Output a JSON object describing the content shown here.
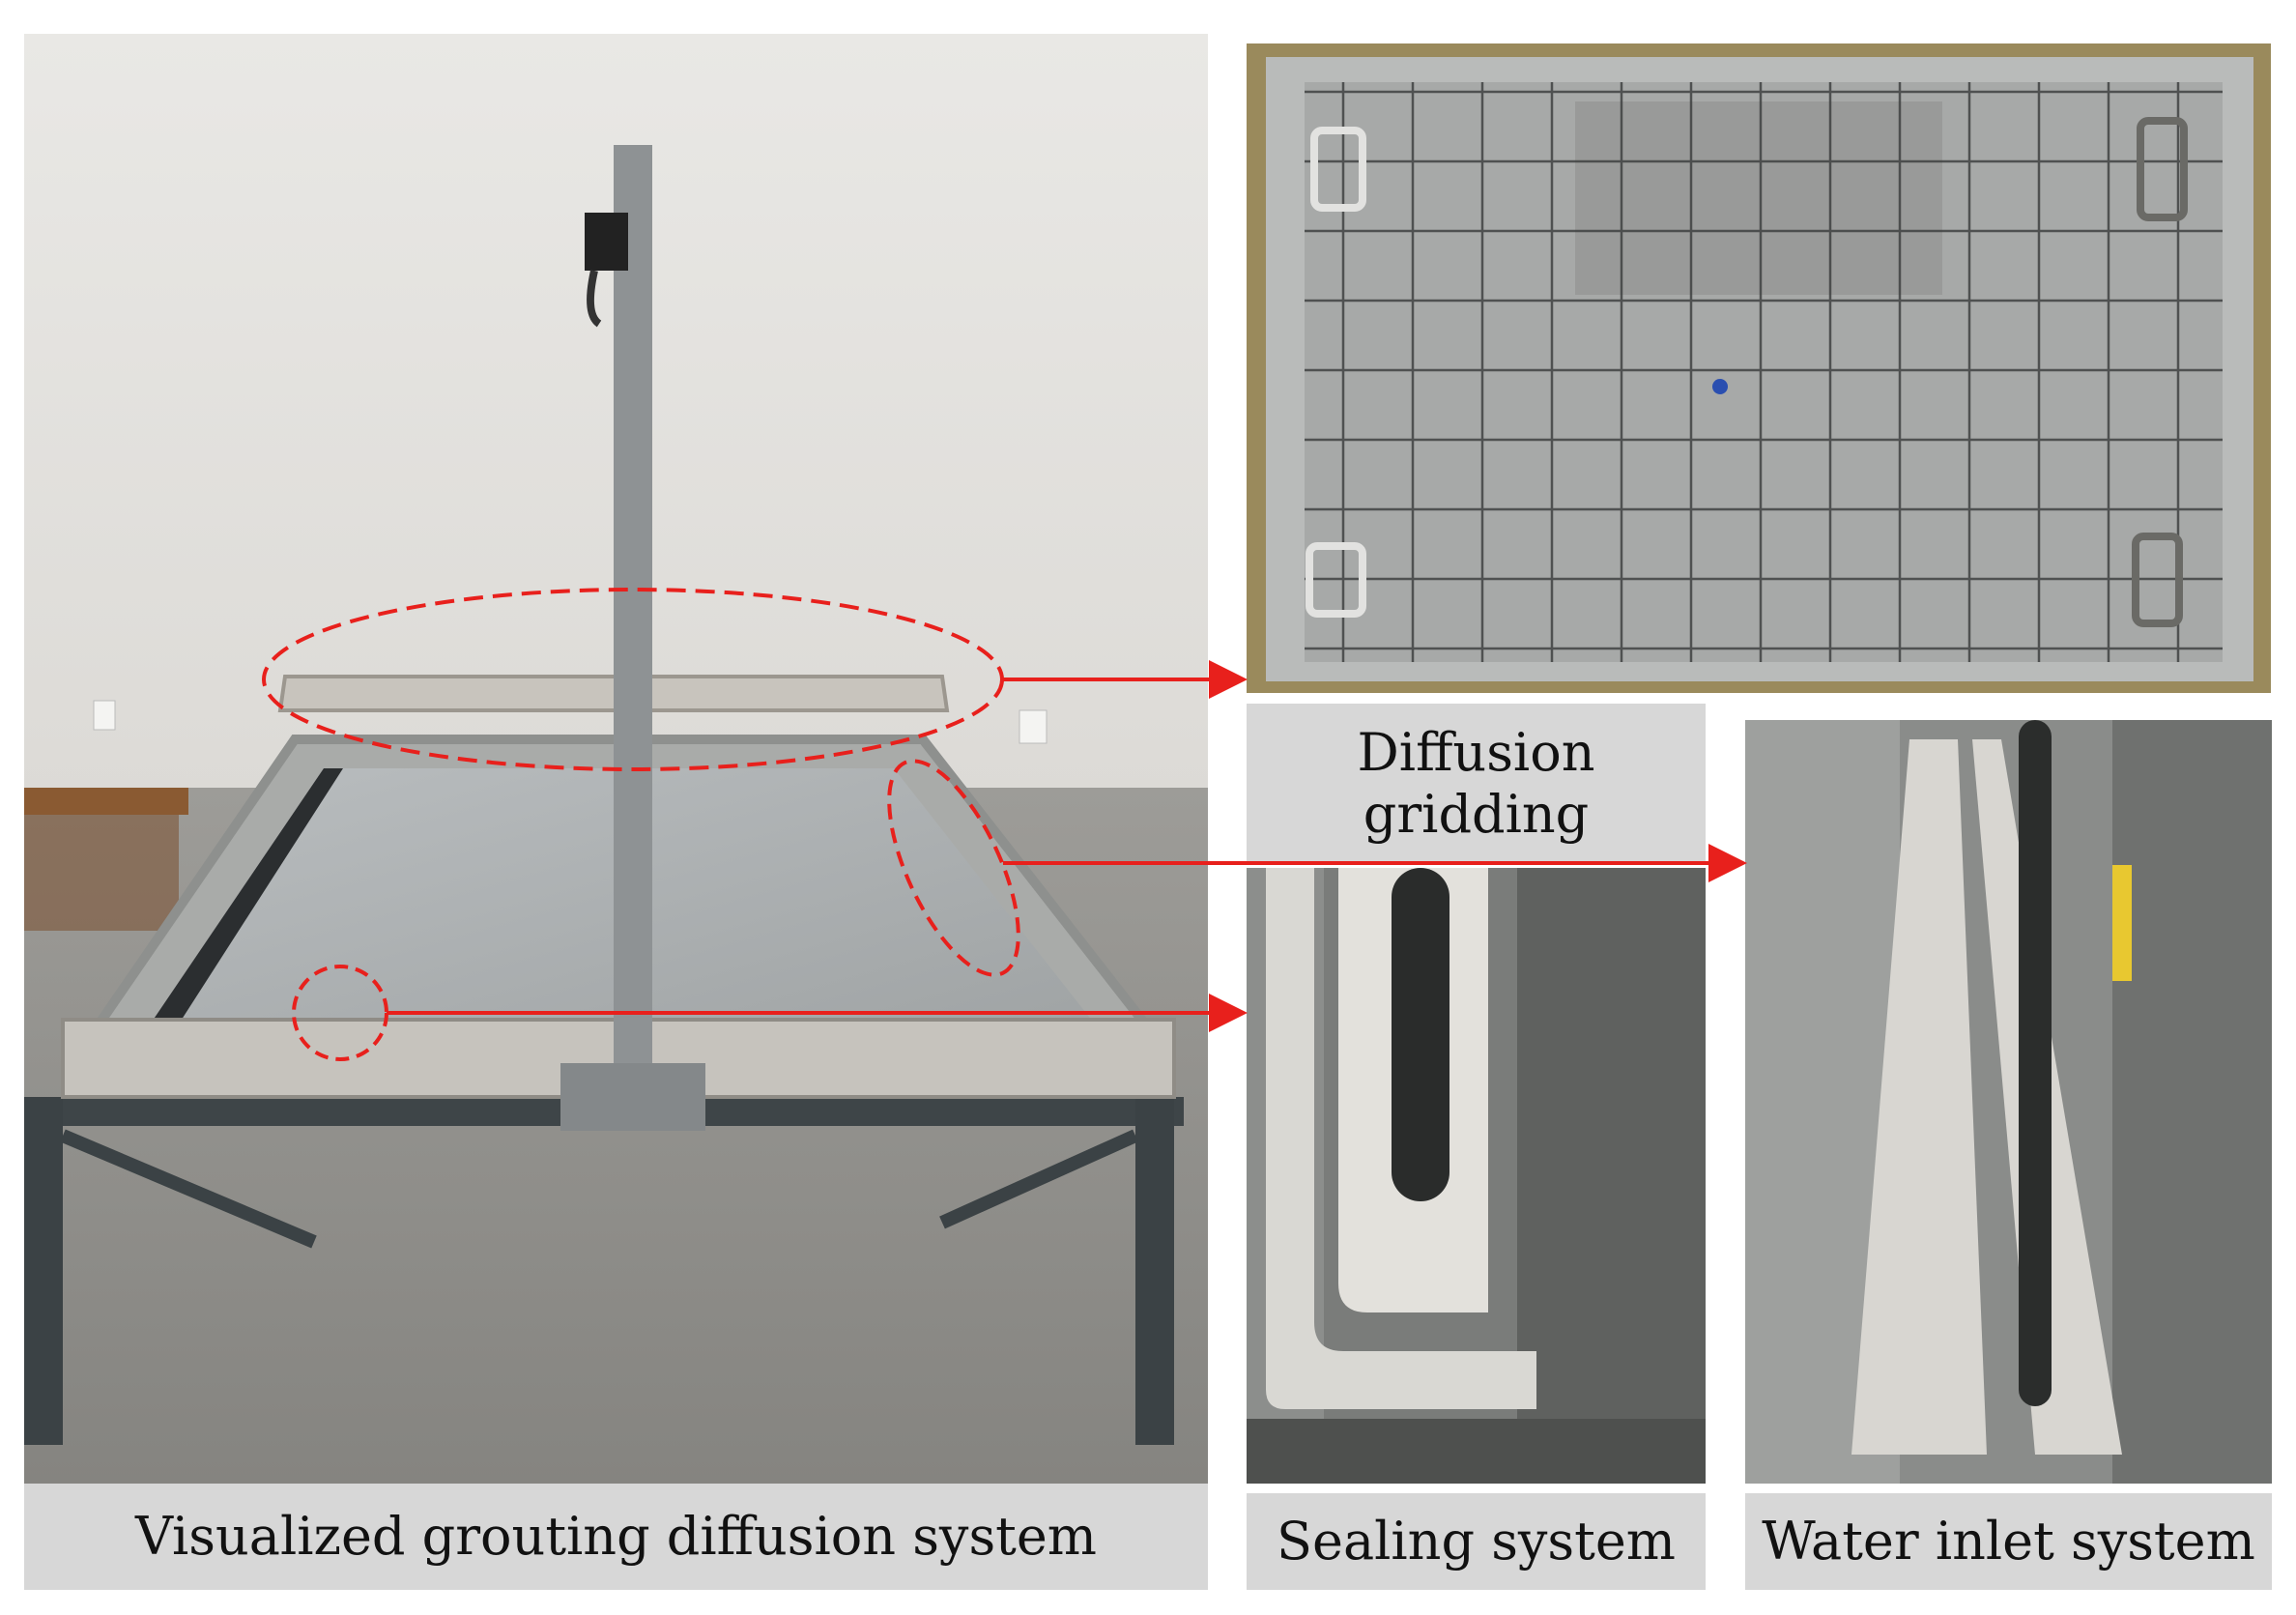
{
  "captions": {
    "main": "Visualized grouting diffusion system",
    "diffusion": "Diffusion gridding",
    "sealing": "Sealing system",
    "water": "Water inlet system"
  },
  "colors": {
    "caption_bg": "#d7d7d7",
    "highlight": "#e8201c"
  }
}
